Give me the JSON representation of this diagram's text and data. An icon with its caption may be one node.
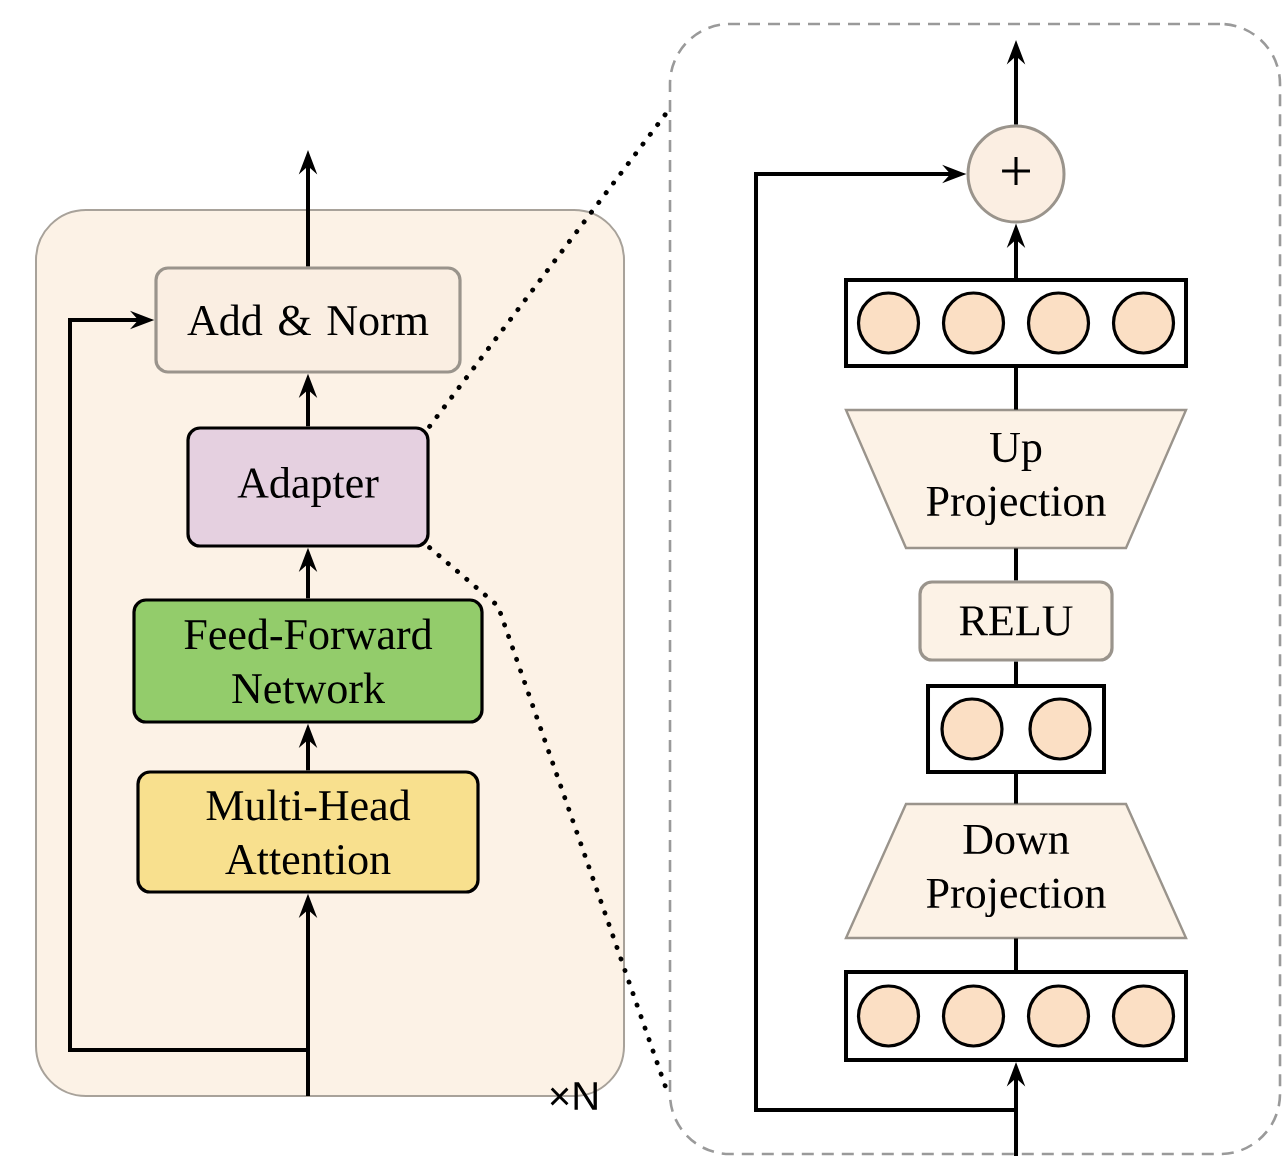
{
  "diagram": {
    "nodes": [
      {
        "text": [],
        "shape": "box"
      },
      {
        "text": [
          "Add & Norm"
        ],
        "in": 0
      },
      {
        "text": [
          "Adapter"
        ],
        "in": 0
      },
      {
        "text": [
          "Feed-Forward Network"
        ],
        "in": 0
      },
      {
        "text": [
          "Multi-Head Attention"
        ],
        "in": 0
      },
      {
        "text": [],
        "shape": "box"
      },
      {
        "text": [
          "+"
        ],
        "in": 5
      },
      {
        "text": [],
        "shape": "box",
        "in": 5
      },
      {
        "text": [
          "Up Projection"
        ],
        "in": 5
      },
      {
        "text": [
          "RELU"
        ],
        "in": 5
      },
      {
        "text": [],
        "shape": "box",
        "in": 5
      },
      {
        "text": [
          "Down Projection"
        ],
        "in": 5
      },
      {
        "text": [],
        "shape": "box",
        "in": 5
      }
    ],
    "edges": [
      {
        "from": null,
        "to": 4,
        "arrow": "to"
      },
      {
        "from": null,
        "to": 1,
        "arrow": "to"
      },
      {
        "from": 4,
        "to": 3,
        "arrow": "to"
      },
      {
        "from": 3,
        "to": 2,
        "arrow": "to"
      },
      {
        "from": 2,
        "to": 1,
        "arrow": "to"
      },
      {
        "from": 1,
        "to": null,
        "arrow": "to"
      },
      {
        "from": 2,
        "to": 5,
        "arrow": "none",
        "style": "dashed"
      },
      {
        "from": 2,
        "to": 5,
        "arrow": "none",
        "style": "dashed"
      },
      {
        "from": null,
        "to": 12,
        "arrow": "to"
      },
      {
        "from": null,
        "to": 6,
        "arrow": "to"
      },
      {
        "from": 12,
        "to": 11,
        "arrow": "none"
      },
      {
        "from": 11,
        "to": 10,
        "arrow": "none"
      },
      {
        "from": 10,
        "to": 9,
        "arrow": "none"
      },
      {
        "from": 9,
        "to": 8,
        "arrow": "none"
      },
      {
        "from": 8,
        "to": 7,
        "arrow": "none"
      },
      {
        "from": 7,
        "to": 6,
        "arrow": "to"
      },
      {
        "from": 6,
        "to": null,
        "arrow": "to"
      }
    ],
    "labels": [
      "×N"
    ]
  }
}
